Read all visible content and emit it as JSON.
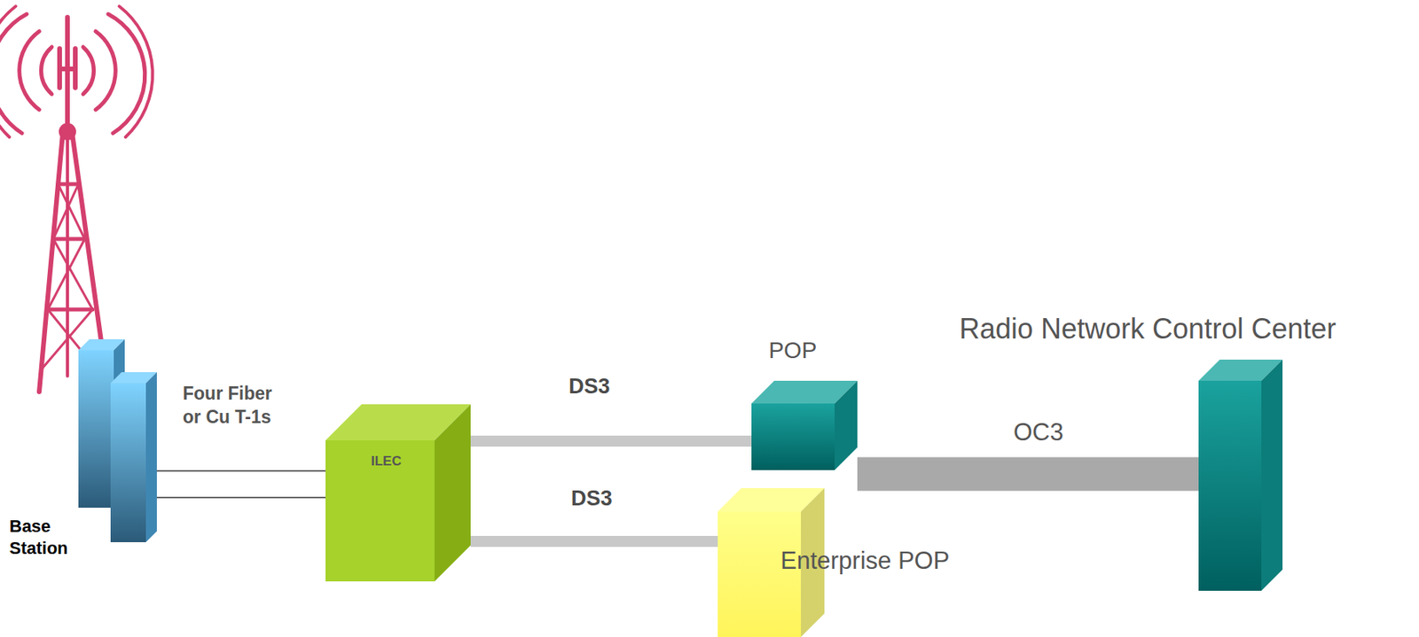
{
  "diagram": {
    "nodes": [
      {
        "text": [
          "Base Station"
        ]
      },
      {
        "text": [
          "ILEC"
        ]
      },
      {
        "text": [
          "POP"
        ]
      },
      {
        "text": [
          "Enterprise POP"
        ]
      },
      {
        "text": [
          "Radio Network Control Center"
        ]
      }
    ],
    "edges": [
      {
        "from": 0,
        "to": 1,
        "label": "Four Fiber or Cu T-1s",
        "arrow": "none"
      },
      {
        "from": 0,
        "to": 1,
        "arrow": "none"
      },
      {
        "from": 1,
        "to": 2,
        "label": "DS3",
        "arrow": "none"
      },
      {
        "from": 1,
        "to": 3,
        "label": "DS3",
        "arrow": "none"
      },
      {
        "from": 2,
        "to": 4,
        "label": "OC3",
        "arrow": "none"
      }
    ]
  }
}
